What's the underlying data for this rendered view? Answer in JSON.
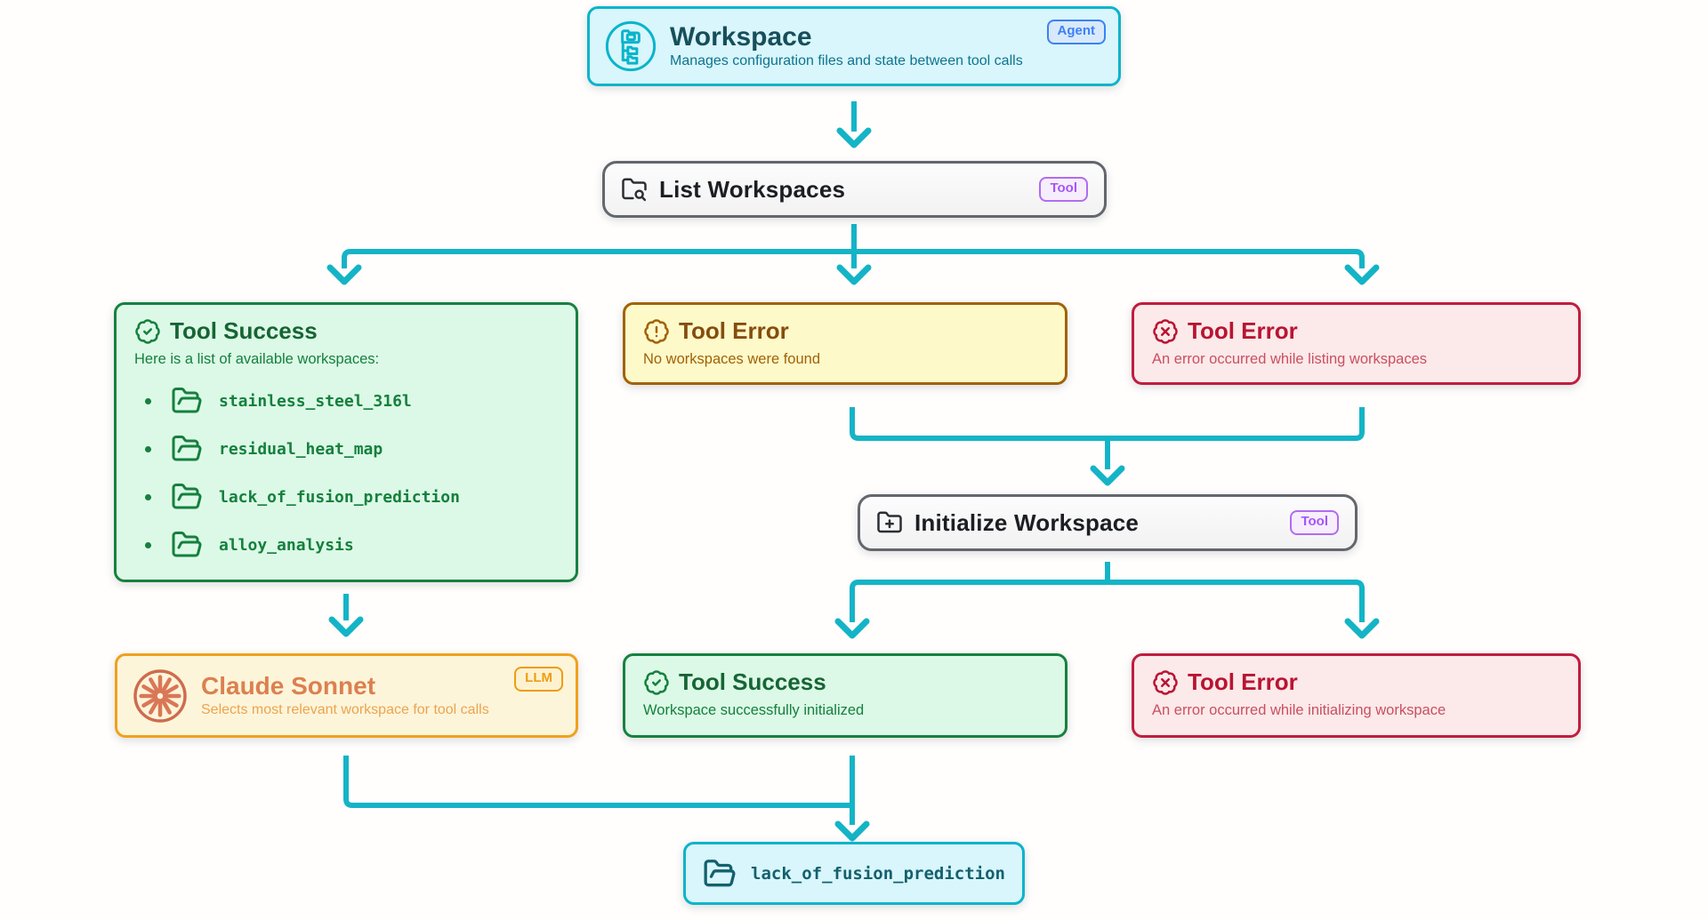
{
  "colors": {
    "arrow": "#14b4c6",
    "cyan_bg": "#d8f6fb",
    "cyan_border": "#0ab4cb",
    "gray_border": "#63666d",
    "green_bg": "#dcf9e7",
    "green_border": "#16813f",
    "yellow_bg": "#fdf9c9",
    "yellow_border": "#a16207",
    "red_bg": "#fce9e9",
    "red_border": "#bf1d3f",
    "amber_bg": "#fdf5da",
    "amber_border": "#f0a11c",
    "blue_badge": "#3b82f6",
    "purple_badge": "#a656f6",
    "amber_badge": "#ef9c12",
    "claude": "#d97757"
  },
  "nodes": {
    "workspace": {
      "title": "Workspace",
      "subtitle": "Manages configuration files and state between tool calls",
      "badge": "Agent",
      "icon": "folder-tree-icon"
    },
    "list_workspaces": {
      "title": "List Workspaces",
      "badge": "Tool",
      "icon": "folder-search-icon"
    },
    "success_list": {
      "title": "Tool Success",
      "body": "Here is a list of available workspaces:",
      "icon": "badge-check-icon",
      "items": [
        "stainless_steel_316l",
        "residual_heat_map",
        "lack_of_fusion_prediction",
        "alloy_analysis"
      ]
    },
    "error_empty": {
      "title": "Tool Error",
      "body": "No workspaces were found",
      "icon": "badge-alert-icon"
    },
    "error_listing": {
      "title": "Tool Error",
      "body": "An error occurred while listing workspaces",
      "icon": "badge-x-icon"
    },
    "initialize_workspace": {
      "title": "Initialize Workspace",
      "badge": "Tool",
      "icon": "folder-plus-icon"
    },
    "claude": {
      "title": "Claude Sonnet",
      "subtitle": "Selects most relevant workspace for tool calls",
      "badge": "LLM",
      "icon": "claude-starburst-icon"
    },
    "success_init": {
      "title": "Tool Success",
      "body": "Workspace successfully initialized",
      "icon": "badge-check-icon"
    },
    "error_init": {
      "title": "Tool Error",
      "body": "An error occurred while initializing workspace",
      "icon": "badge-x-icon"
    },
    "selected_workspace": {
      "label": "lack_of_fusion_prediction",
      "icon": "folder-open-icon"
    }
  }
}
